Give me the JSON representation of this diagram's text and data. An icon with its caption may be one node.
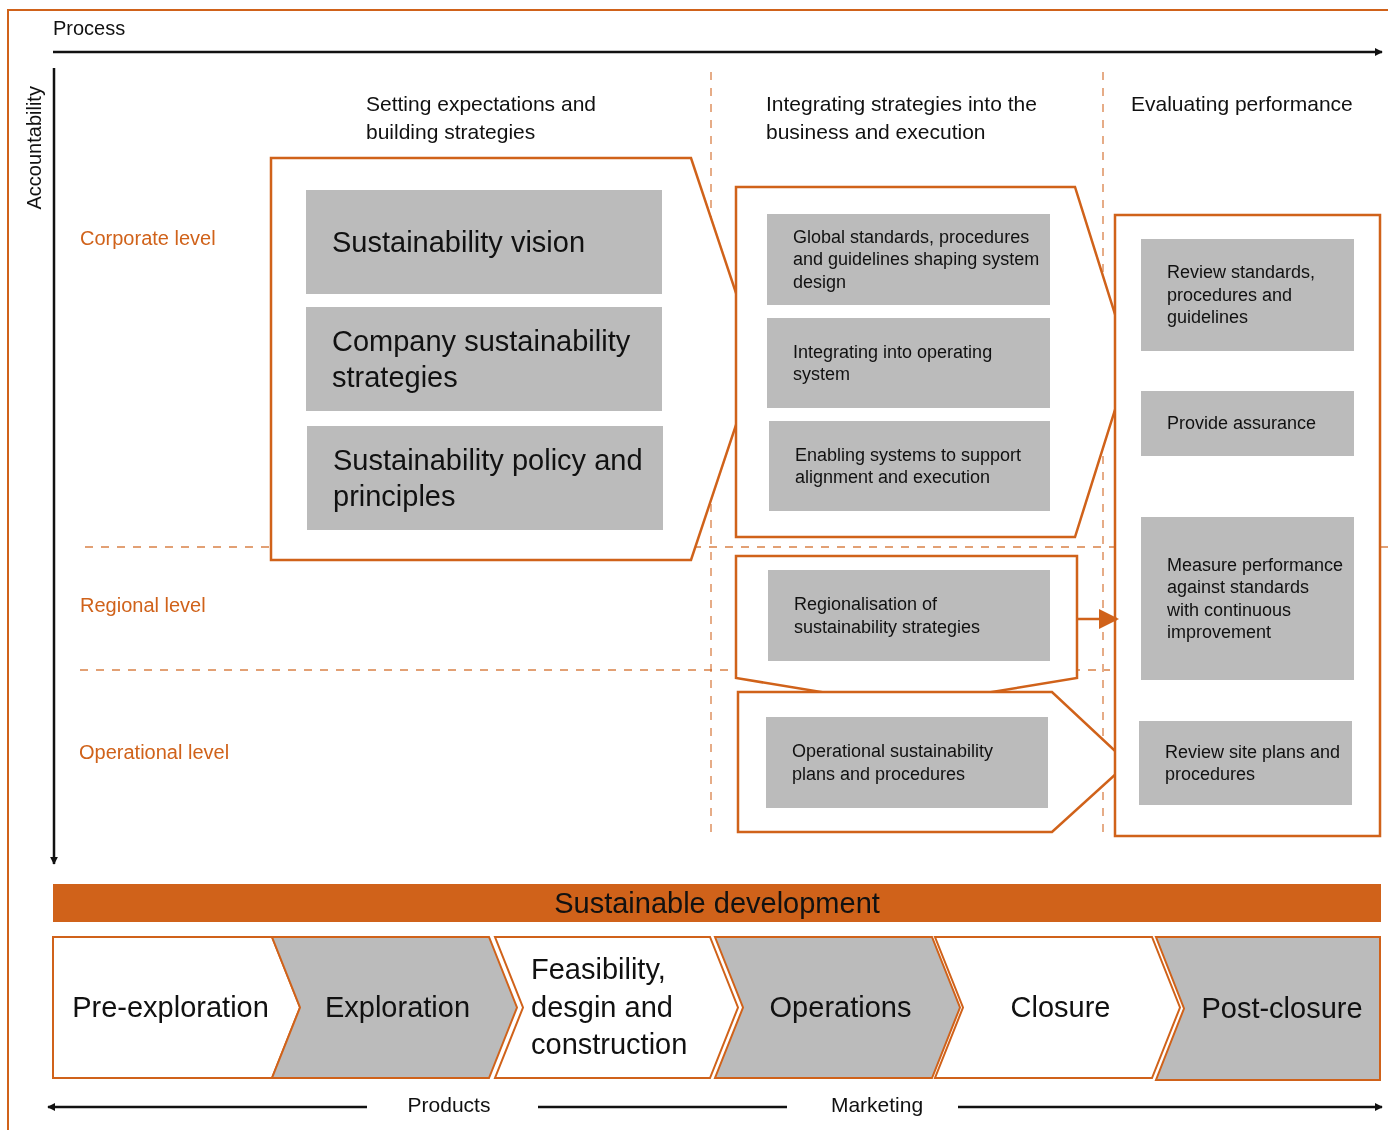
{
  "diagram": {
    "nodes": [
      {
        "text": [
          "Setting expectations and building strategies"
        ]
      },
      {
        "text": [
          "Sustainability vision"
        ],
        "in": 0
      },
      {
        "text": [
          "Company sustainability strategies"
        ],
        "in": 0
      },
      {
        "text": [
          "Sustainability policy and principles"
        ],
        "in": 0
      },
      {
        "text": [
          "Integrating strategies into the business and execution"
        ]
      },
      {
        "text": [
          "Global standards, procedures and guidelines shaping system design"
        ],
        "in": 4
      },
      {
        "text": [
          "Integrating into operating system"
        ],
        "in": 4
      },
      {
        "text": [
          "Enabling systems to support alignment and execution"
        ],
        "in": 4
      },
      {
        "text": [],
        "shape": "box"
      },
      {
        "text": [
          "Regionalisation of sustainability strategies"
        ],
        "in": 8
      },
      {
        "text": [],
        "shape": "box"
      },
      {
        "text": [
          "Operational sustainability plans and procedures"
        ],
        "in": 10
      },
      {
        "text": [
          "Evaluating performance"
        ]
      },
      {
        "text": [
          "Review standards, procedures and guidelines"
        ],
        "in": 12
      },
      {
        "text": [
          "Provide assurance"
        ],
        "in": 12
      },
      {
        "text": [
          "Measure performance against standards with continuous improvement"
        ],
        "in": 12
      },
      {
        "text": [
          "Review site plans and procedures"
        ],
        "in": 12
      },
      {
        "text": [
          "Sustainable development"
        ]
      },
      {
        "text": [
          "Pre-exploration"
        ]
      },
      {
        "text": [
          "Exploration"
        ]
      },
      {
        "text": [
          "Feasibility, desgin and construction"
        ]
      },
      {
        "text": [
          "Operations"
        ]
      },
      {
        "text": [
          "Closure"
        ]
      },
      {
        "text": [
          "Post-closure"
        ]
      }
    ],
    "edges": [
      {
        "from": 8,
        "to": 12,
        "arrow": "to"
      }
    ],
    "labels": [
      "Process",
      "Accountability",
      "Corporate level",
      "Regional level",
      "Operational level",
      "Products",
      "Marketing"
    ]
  }
}
